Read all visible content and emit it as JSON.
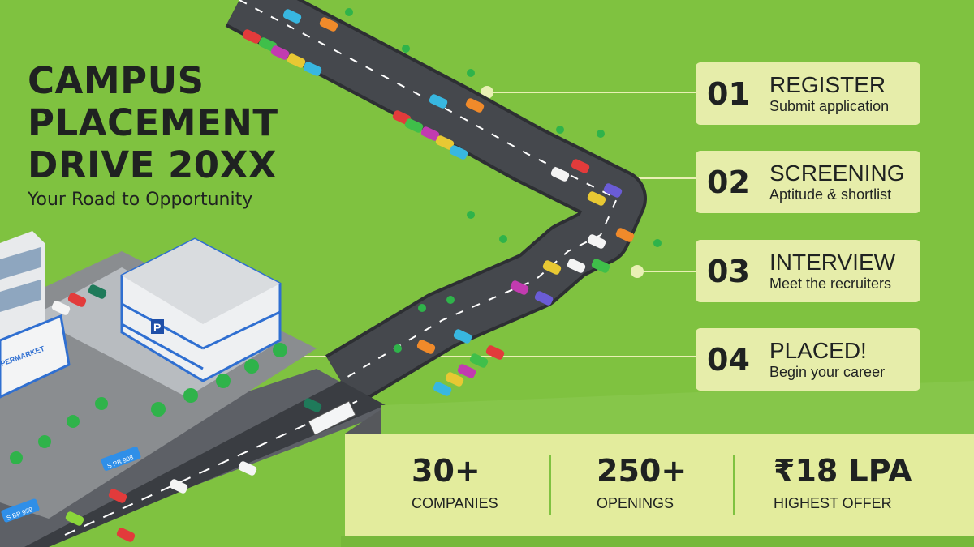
{
  "header": {
    "title_lines": [
      "CAMPUS",
      "PLACEMENT",
      "DRIVE 20XX"
    ],
    "subtitle": "Your Road to Opportunity"
  },
  "steps": [
    {
      "number": "01",
      "title": "REGISTER",
      "description": "Submit application"
    },
    {
      "number": "02",
      "title": "SCREENING",
      "description": "Aptitude & shortlist"
    },
    {
      "number": "03",
      "title": "INTERVIEW",
      "description": "Meet the recruiters"
    },
    {
      "number": "04",
      "title": "PLACED!",
      "description": "Begin your career"
    }
  ],
  "stats": [
    {
      "value": "30+",
      "label": "COMPANIES"
    },
    {
      "value": "250+",
      "label": "OPENINGS"
    },
    {
      "value": "₹18 LPA",
      "label": "HIGHEST OFFER"
    }
  ],
  "illustration": {
    "building_sign": "PERMARKET",
    "parking_sign": "P",
    "bus_stop_signs": [
      "S PB 998",
      "S BP 999"
    ]
  },
  "colors": {
    "background": "#7fc240",
    "card": "#e6edaa",
    "stats_band": "#e3ec9d",
    "road": "#3a3d42",
    "text": "#1f2221",
    "building_trim": "#2f6fd1"
  }
}
